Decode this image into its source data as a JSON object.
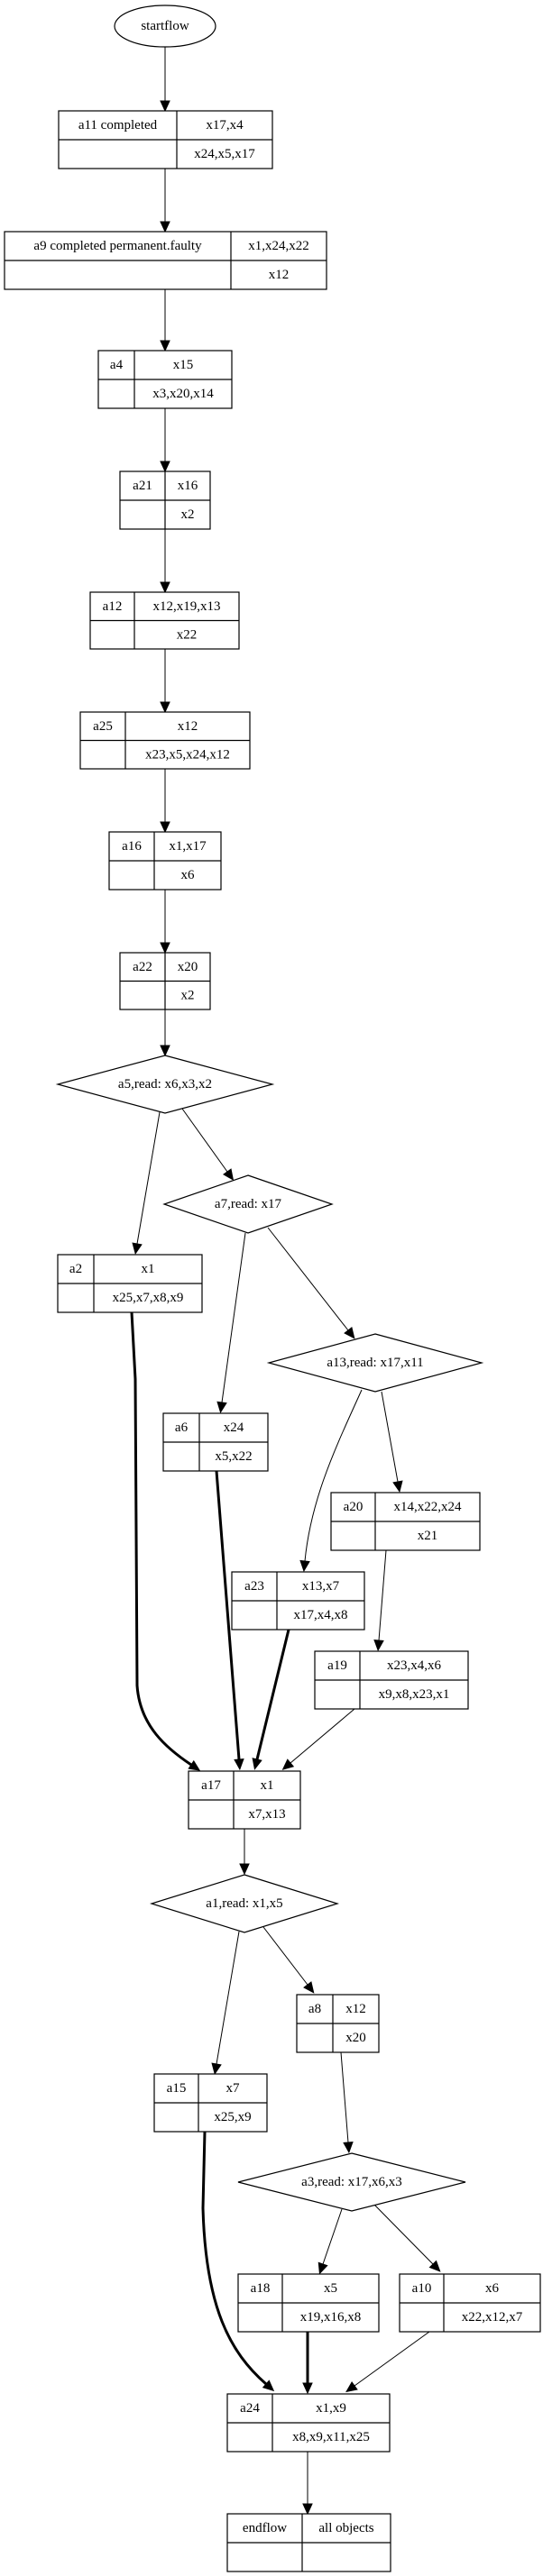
{
  "diagram": {
    "type": "workflow-graph",
    "start": {
      "id": "startflow",
      "label": "startflow",
      "shape": "ellipse"
    },
    "nodes": [
      {
        "id": "a11",
        "label": "a11  completed",
        "top": "x17,x4",
        "bottom": "x24,x5,x17",
        "shape": "record"
      },
      {
        "id": "a9",
        "label": "a9  completed permanent.faulty",
        "top": "x1,x24,x22",
        "bottom": "x12",
        "shape": "record"
      },
      {
        "id": "a4",
        "label": "a4",
        "top": "x15",
        "bottom": "x3,x20,x14",
        "shape": "record"
      },
      {
        "id": "a21",
        "label": "a21",
        "top": "x16",
        "bottom": "x2",
        "shape": "record"
      },
      {
        "id": "a12",
        "label": "a12",
        "top": "x12,x19,x13",
        "bottom": "x22",
        "shape": "record"
      },
      {
        "id": "a25",
        "label": "a25",
        "top": "x12",
        "bottom": "x23,x5,x24,x12",
        "shape": "record"
      },
      {
        "id": "a16",
        "label": "a16",
        "top": "x1,x17",
        "bottom": "x6",
        "shape": "record"
      },
      {
        "id": "a22",
        "label": "a22",
        "top": "x20",
        "bottom": "x2",
        "shape": "record"
      },
      {
        "id": "a5",
        "label": "a5,read: x6,x3,x2",
        "shape": "diamond"
      },
      {
        "id": "a7",
        "label": "a7,read: x17",
        "shape": "diamond"
      },
      {
        "id": "a2",
        "label": "a2",
        "top": "x1",
        "bottom": "x25,x7,x8,x9",
        "shape": "record"
      },
      {
        "id": "a13",
        "label": "a13,read: x17,x11",
        "shape": "diamond"
      },
      {
        "id": "a6",
        "label": "a6",
        "top": "x24",
        "bottom": "x5,x22",
        "shape": "record"
      },
      {
        "id": "a20",
        "label": "a20",
        "top": "x14,x22,x24",
        "bottom": "x21",
        "shape": "record"
      },
      {
        "id": "a23",
        "label": "a23",
        "top": "x13,x7",
        "bottom": "x17,x4,x8",
        "shape": "record"
      },
      {
        "id": "a19",
        "label": "a19",
        "top": "x23,x4,x6",
        "bottom": "x9,x8,x23,x1",
        "shape": "record"
      },
      {
        "id": "a17",
        "label": "a17",
        "top": "x1",
        "bottom": "x7,x13",
        "shape": "record"
      },
      {
        "id": "a1",
        "label": "a1,read: x1,x5",
        "shape": "diamond"
      },
      {
        "id": "a8",
        "label": "a8",
        "top": "x12",
        "bottom": "x20",
        "shape": "record"
      },
      {
        "id": "a15",
        "label": "a15",
        "top": "x7",
        "bottom": "x25,x9",
        "shape": "record"
      },
      {
        "id": "a3",
        "label": "a3,read: x17,x6,x3",
        "shape": "diamond"
      },
      {
        "id": "a18",
        "label": "a18",
        "top": "x5",
        "bottom": "x19,x16,x8",
        "shape": "record"
      },
      {
        "id": "a10",
        "label": "a10",
        "top": "x6",
        "bottom": "x22,x12,x7",
        "shape": "record"
      },
      {
        "id": "a24",
        "label": "a24",
        "top": "x1,x9",
        "bottom": "x8,x9,x11,x25",
        "shape": "record"
      }
    ],
    "end": {
      "id": "endflow",
      "label": "endflow",
      "top": "all objects",
      "bottom": "",
      "shape": "record"
    },
    "edges": [
      {
        "from": "startflow",
        "to": "a11",
        "style": "normal"
      },
      {
        "from": "a11",
        "to": "a9",
        "style": "normal"
      },
      {
        "from": "a9",
        "to": "a4",
        "style": "normal"
      },
      {
        "from": "a4",
        "to": "a21",
        "style": "normal"
      },
      {
        "from": "a21",
        "to": "a12",
        "style": "normal"
      },
      {
        "from": "a12",
        "to": "a25",
        "style": "normal"
      },
      {
        "from": "a25",
        "to": "a16",
        "style": "normal"
      },
      {
        "from": "a16",
        "to": "a22",
        "style": "normal"
      },
      {
        "from": "a22",
        "to": "a5",
        "style": "normal"
      },
      {
        "from": "a5",
        "to": "a2",
        "style": "thin"
      },
      {
        "from": "a5",
        "to": "a7",
        "style": "thin"
      },
      {
        "from": "a7",
        "to": "a6",
        "style": "thin"
      },
      {
        "from": "a7",
        "to": "a13",
        "style": "thin"
      },
      {
        "from": "a13",
        "to": "a23",
        "style": "thin"
      },
      {
        "from": "a13",
        "to": "a20",
        "style": "thin"
      },
      {
        "from": "a20",
        "to": "a19",
        "style": "thin"
      },
      {
        "from": "a2",
        "to": "a17",
        "style": "bold"
      },
      {
        "from": "a6",
        "to": "a17",
        "style": "bold"
      },
      {
        "from": "a23",
        "to": "a17",
        "style": "bold"
      },
      {
        "from": "a19",
        "to": "a17",
        "style": "thin"
      },
      {
        "from": "a17",
        "to": "a1",
        "style": "normal"
      },
      {
        "from": "a1",
        "to": "a15",
        "style": "thin"
      },
      {
        "from": "a1",
        "to": "a8",
        "style": "thin"
      },
      {
        "from": "a8",
        "to": "a3",
        "style": "thin"
      },
      {
        "from": "a3",
        "to": "a18",
        "style": "thin"
      },
      {
        "from": "a3",
        "to": "a10",
        "style": "thin"
      },
      {
        "from": "a15",
        "to": "a24",
        "style": "bold"
      },
      {
        "from": "a18",
        "to": "a24",
        "style": "bold"
      },
      {
        "from": "a10",
        "to": "a24",
        "style": "thin"
      },
      {
        "from": "a24",
        "to": "endflow",
        "style": "normal"
      }
    ]
  }
}
